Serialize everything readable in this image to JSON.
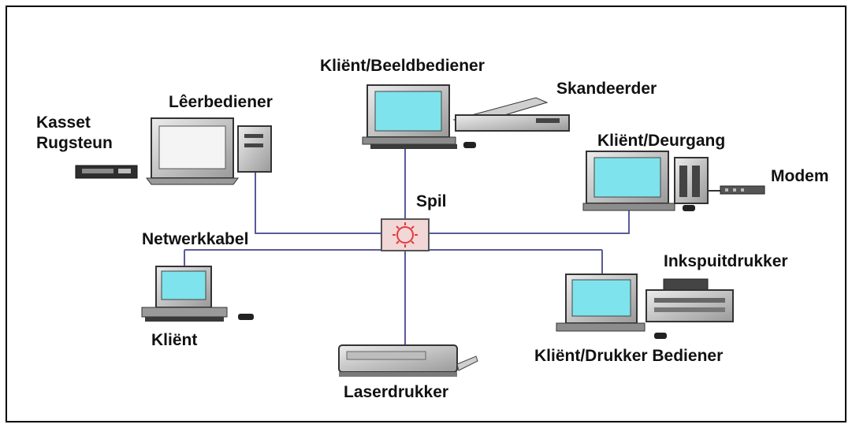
{
  "labels": {
    "kasset_rugsteun_line1": "Kasset",
    "kasset_rugsteun_line2": "Rugsteun",
    "leerbediener": "Lêerbediener",
    "klient_beeldbediener": "Kliënt/Beeldbediener",
    "skandeerder": "Skandeerder",
    "klient_deurgang": "Kliënt/Deurgang",
    "modem": "Modem",
    "spil": "Spil",
    "netwerkkabel": "Netwerkkabel",
    "inkspuitdrukker": "Inkspuitdrukker",
    "klient": "Kliënt",
    "klient_drukker_bediener": "Kliënt/Drukker Bediener",
    "laserdrukker": "Laserdrukker"
  },
  "colors": {
    "cable": "#5a5a9c",
    "screen": "#7ee3ec",
    "device_body": "#d9d9d9",
    "device_dark": "#3a3a3a",
    "hub_star": "#e23c3c",
    "hub_body": "#f2d7d7"
  }
}
